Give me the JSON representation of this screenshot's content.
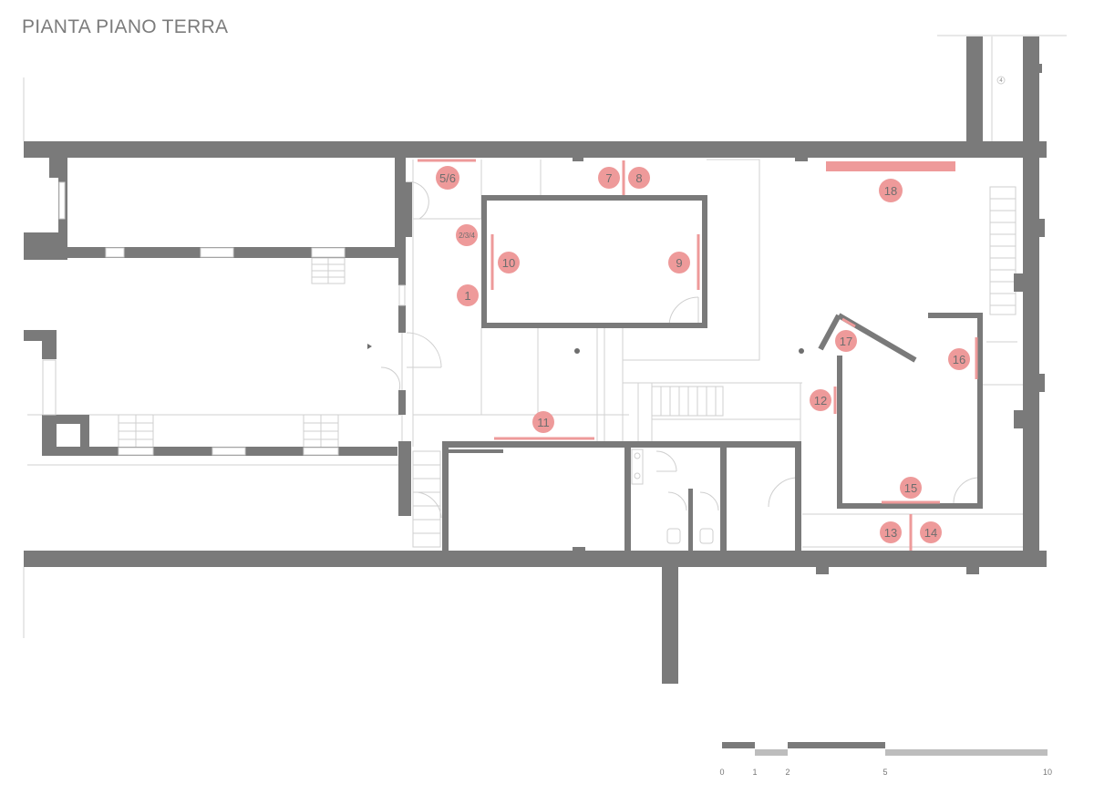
{
  "title": "PIANTA PIANO TERRA",
  "colors": {
    "wall": "#7a7a7a",
    "marker": "#ee9a9a",
    "line": "#c8c8c8",
    "scale_dark": "#7a7a7a",
    "scale_light": "#bdbdbd"
  },
  "markers": [
    "1",
    "2/3/4",
    "5/6",
    "7",
    "8",
    "9",
    "10",
    "11",
    "12",
    "13",
    "14",
    "15",
    "16",
    "17",
    "18"
  ],
  "corner_label": "4",
  "scale": {
    "labels": [
      "0",
      "1",
      "2",
      "5",
      "10"
    ]
  }
}
